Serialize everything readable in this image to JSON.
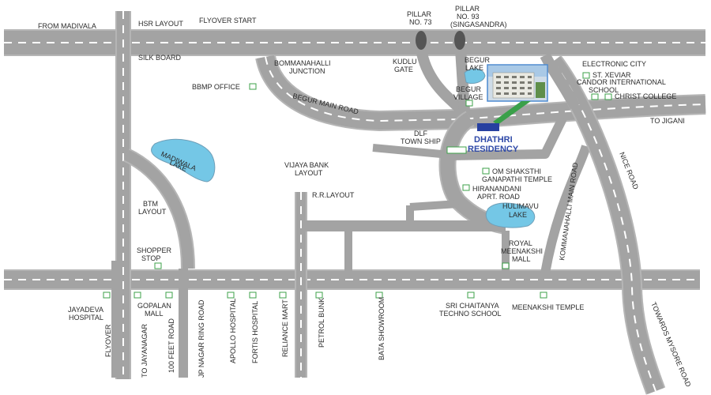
{
  "colors": {
    "road": "#a3a3a3",
    "road_edge": "#b5b5b5",
    "lake": "#74c7e6",
    "marker": "#3da24a",
    "project_label": "#2e49a8",
    "project_marker": "#2740a0",
    "pillar": "#555555"
  },
  "project": {
    "line1": "DHATHRI",
    "line2": "RESIDENCY"
  },
  "labels": {
    "from_madivala": "FROM MADIVALA",
    "hsr_layout": "HSR LAYOUT",
    "flyover_start": "FLYOVER START",
    "pillar73_a": "PILLAR",
    "pillar73_b": "NO. 73",
    "pillar93_a": "PILLAR",
    "pillar93_b": "NO. 93",
    "pillar93_c": "(SINGASANDRA)",
    "silk_board": "SILK BOARD",
    "bommanahalli_a": "BOMMANAHALLI",
    "bommanahalli_b": "JUNCTION",
    "kudlu_a": "KUDLU",
    "kudlu_b": "GATE",
    "begur_lake_a": "BEGUR",
    "begur_lake_b": "LAKE",
    "begur_village_a": "BEGUR",
    "begur_village_b": "VILLAGE",
    "electronic_city": "ELECTRONIC CITY",
    "st_xevier": "ST. XEVIAR",
    "candor_a": "CANDOR INTERNATIONAL",
    "candor_b": "SCHOOL",
    "christ_college": "CHRIST COLLEGE",
    "bbmp_office": "BBMP OFFICE",
    "begur_main_road": "BEGUR MAIN ROAD",
    "to_jigani": "TO JIGANI",
    "dlf_a": "DLF",
    "dlf_b": "TOWN SHIP",
    "madiwala_lake_a": "MADIWALA",
    "madiwala_lake_b": "LAKE",
    "vijaya_a": "VIJAYA BANK",
    "vijaya_b": "LAYOUT",
    "om_shakthi_a": "OM SHAKSTHI",
    "om_shakthi_b": "GANAPATHI TEMPLE",
    "hiranandani_a": "HIRANANDANI",
    "hiranandani_b": "APRT. ROAD",
    "nice_road": "NICE ROAD",
    "kommanahalli": "KOMMANAHALLI MAIN ROAD",
    "rr_layout": "R.R.LAYOUT",
    "btm_a": "BTM",
    "btm_b": "LAYOUT",
    "hulimavu_a": "HULIMAVU",
    "hulimavu_b": "LAKE",
    "shopper_a": "SHOPPER",
    "shopper_b": "STOP",
    "royal_a": "ROYAL",
    "royal_b": "MEENAKSHI",
    "royal_c": "MALL",
    "jayadeva_a": "JAYADEVA",
    "jayadeva_b": "HOSPITAL",
    "gopalan_a": "GOPALAN",
    "gopalan_b": "MALL",
    "sri_chaitanya_a": "SRI CHAITANYA",
    "sri_chaitanya_b": "TECHNO SCHOOL",
    "meenakshi_temple": "MEENAKSHI TEMPLE",
    "towards_mysore": "TOWARDS MYSORE ROAD",
    "flyover": "FLYOVER",
    "to_jayanagar": "TO JAYANAGAR",
    "feet_100": "100 FEET ROAD",
    "jp_nagar": "JP NAGAR RING ROAD",
    "apollo": "APOLLO HOSPITAL",
    "fortis": "FORTIS HOSPITAL",
    "reliance": "RELIANCE MART",
    "petrol": "PETROL BUNK",
    "bata": "BATA SHOWROOM"
  }
}
